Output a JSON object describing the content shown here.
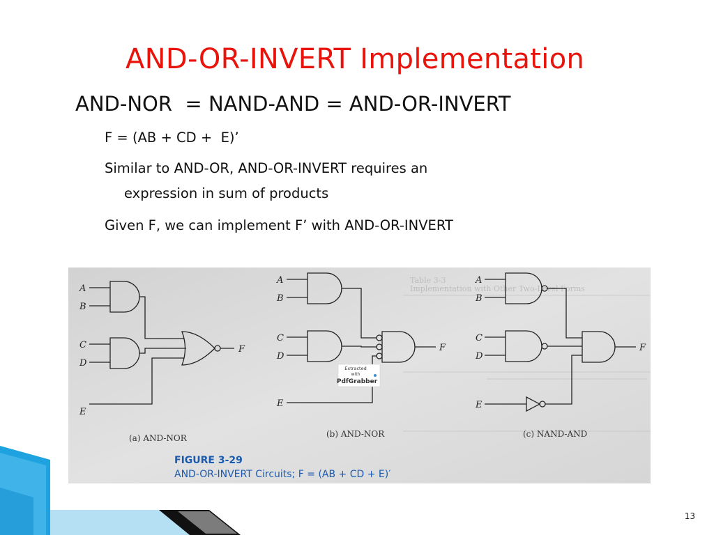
{
  "slide": {
    "title": "AND-OR-INVERT Implementation",
    "heading": "AND-NOR  = NAND-AND = AND-OR-INVERT",
    "bullets": [
      "F = (AB + CD +  E)’",
      "Similar to AND-OR, AND-OR-INVERT requires an",
      "expression in sum of products",
      "Given F, we can implement F’ with AND-OR-INVERT"
    ],
    "page_number": "13"
  },
  "figure": {
    "inputs_a": [
      "A",
      "B",
      "C",
      "D",
      "E"
    ],
    "output": "F",
    "captions": [
      "(a) AND-NOR",
      "(b) AND-NOR",
      "(c) NAND-AND"
    ],
    "figure_number": "FIGURE 3-29",
    "figure_caption": "AND-OR-INVERT Circuits; F = (AB + CD + E)′",
    "watermark": [
      "Extracted",
      "with",
      "PdfGrabber"
    ]
  },
  "colors": {
    "title": "#e8140c",
    "caption_blue": "#1a5bb0",
    "accent_blue": "#2a8fd0"
  }
}
